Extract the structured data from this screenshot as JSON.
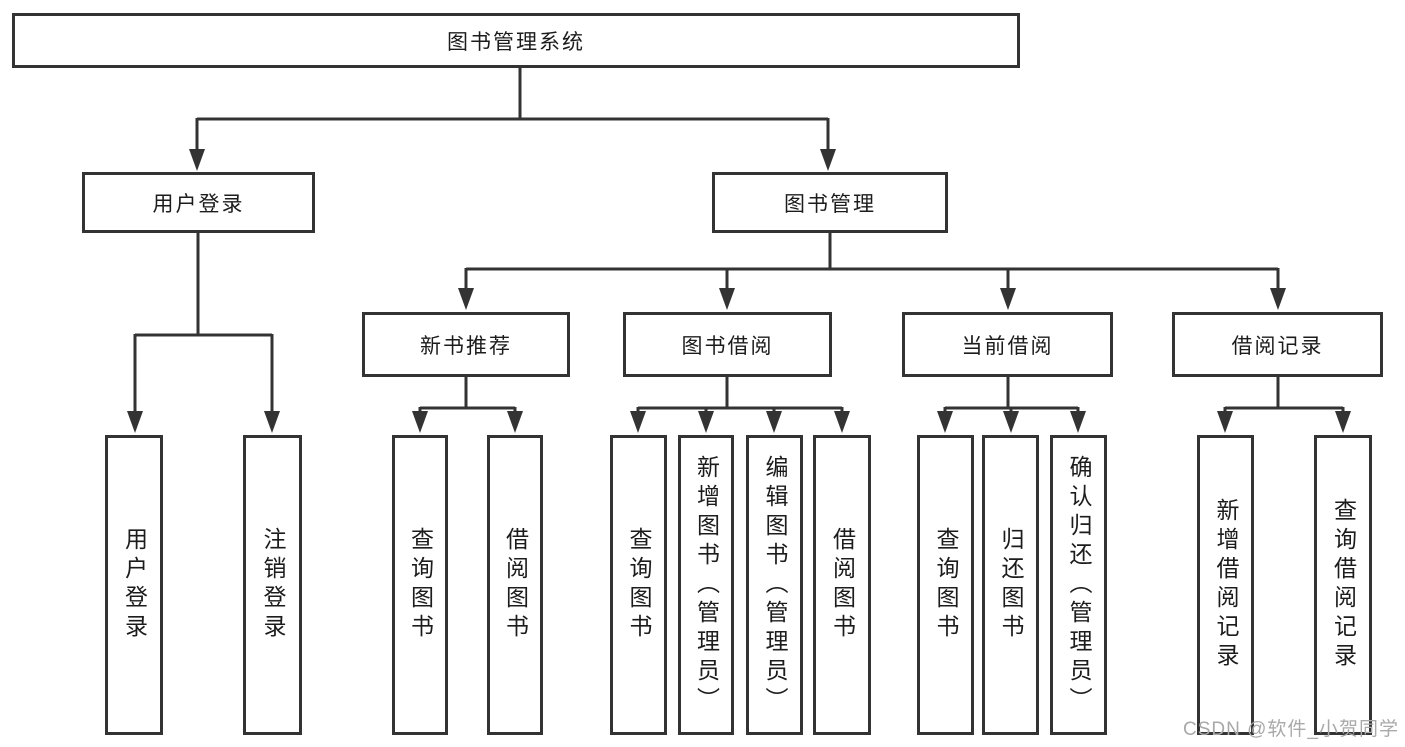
{
  "diagram": {
    "colors": {
      "line": "#333333",
      "text": "#1c1c1c",
      "background": "#ffffff",
      "watermark": "#a9a9a9"
    },
    "watermark": "CSDN @软件_小贺同学",
    "nodes": {
      "root": {
        "label": "图书管理系统"
      },
      "level1": [
        {
          "id": "user-login",
          "label": "用户登录"
        },
        {
          "id": "book-management",
          "label": "图书管理"
        }
      ],
      "level2": [
        {
          "id": "new-book-recommend",
          "label": "新书推荐",
          "parent": "图书管理"
        },
        {
          "id": "book-borrowing",
          "label": "图书借阅",
          "parent": "图书管理"
        },
        {
          "id": "current-borrowing",
          "label": "当前借阅",
          "parent": "图书管理"
        },
        {
          "id": "borrowing-records",
          "label": "借阅记录",
          "parent": "图书管理"
        }
      ],
      "leaves": [
        {
          "label": "用户登录",
          "parent": "用户登录"
        },
        {
          "label": "注销登录",
          "parent": "用户登录"
        },
        {
          "label": "查询图书",
          "parent": "新书推荐"
        },
        {
          "label": "借阅图书",
          "parent": "新书推荐"
        },
        {
          "label": "查询图书",
          "parent": "图书借阅"
        },
        {
          "label": "新增图书（管理员）",
          "parent": "图书借阅"
        },
        {
          "label": "编辑图书（管理员）",
          "parent": "图书借阅"
        },
        {
          "label": "借阅图书",
          "parent": "图书借阅"
        },
        {
          "label": "查询图书",
          "parent": "当前借阅"
        },
        {
          "label": "归还图书",
          "parent": "当前借阅"
        },
        {
          "label": "确认归还（管理员）",
          "parent": "当前借阅"
        },
        {
          "label": "新增借阅记录",
          "parent": "借阅记录"
        },
        {
          "label": "查询借阅记录",
          "parent": "借阅记录"
        }
      ]
    }
  }
}
